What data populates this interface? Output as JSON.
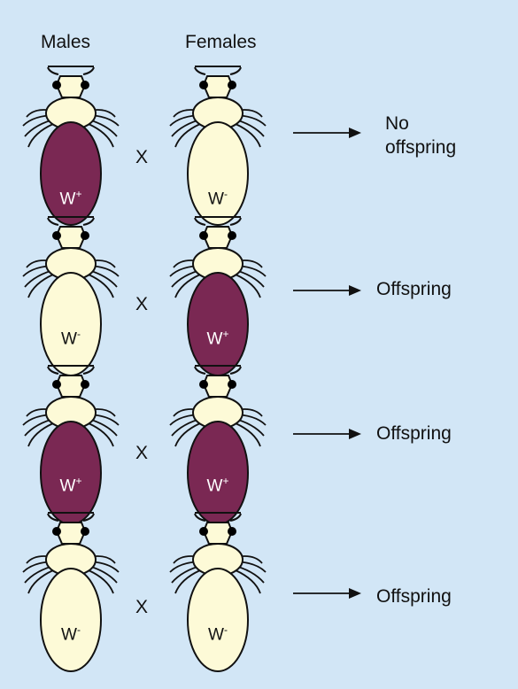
{
  "headers": {
    "males": "Males",
    "females": "Females"
  },
  "colors": {
    "background": "#d2e6f6",
    "infected": "#7a2853",
    "uninfected": "#fdfad7",
    "outline": "#111111"
  },
  "rows": [
    {
      "male": {
        "base": "W",
        "sup": "+",
        "infected": true
      },
      "female": {
        "base": "W",
        "sup": "-",
        "infected": false
      },
      "cross": "X",
      "result_line1": "No",
      "result_line2": "offspring"
    },
    {
      "male": {
        "base": "W",
        "sup": "-",
        "infected": false
      },
      "female": {
        "base": "W",
        "sup": "+",
        "infected": true
      },
      "cross": "X",
      "result_line1": "Offspring",
      "result_line2": ""
    },
    {
      "male": {
        "base": "W",
        "sup": "+",
        "infected": true
      },
      "female": {
        "base": "W",
        "sup": "+",
        "infected": true
      },
      "cross": "X",
      "result_line1": "Offspring",
      "result_line2": ""
    },
    {
      "male": {
        "base": "W",
        "sup": "-",
        "infected": false
      },
      "female": {
        "base": "W",
        "sup": "-",
        "infected": false
      },
      "cross": "X",
      "result_line1": "Offspring",
      "result_line2": ""
    }
  ]
}
